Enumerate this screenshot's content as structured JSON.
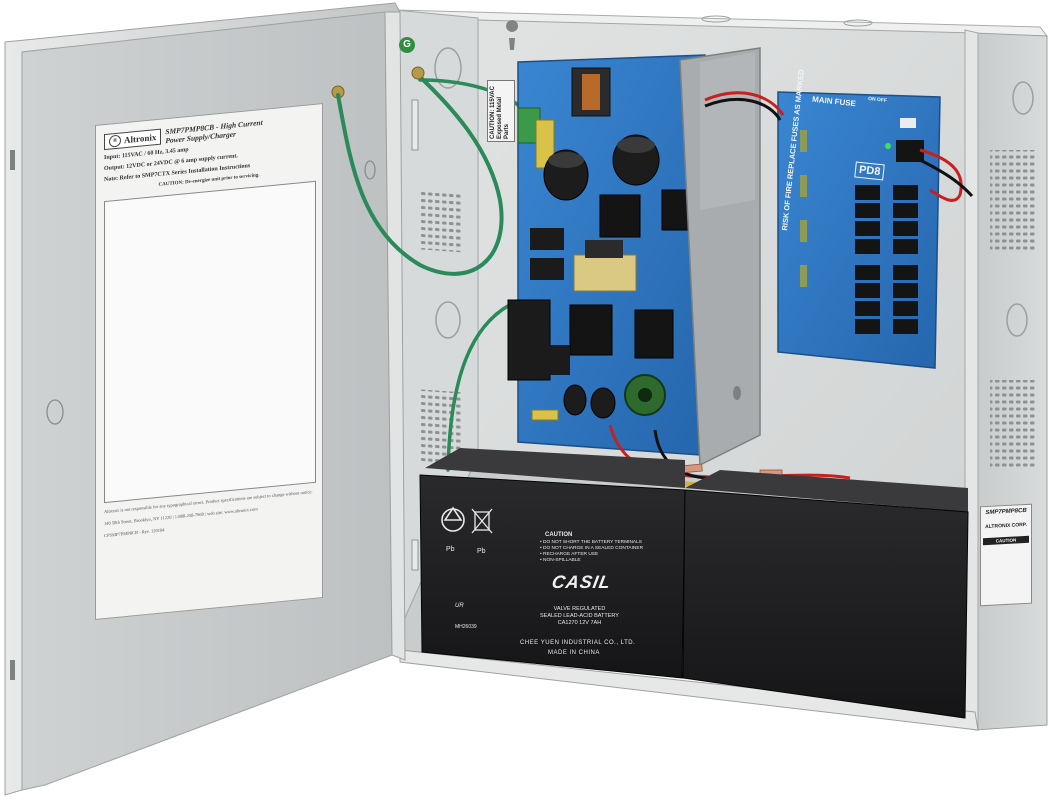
{
  "door_label": {
    "brand": "Altronix",
    "brand_mark": "®",
    "title_line1": "SMP7PMP8CB - High Current",
    "title_line2": "Power Supply/Charger",
    "input_spec": "Input: 115VAC / 60 Hz, 3.45 amp",
    "output_spec": "Output: 12VDC or 24VDC @ 6 amp supply current.",
    "note_spec": "Note: Refer to SMP7CTX Series Installation Instructions",
    "caution_note": "CAUTION: De-energize unit prior to servicing.",
    "fineprint_1": "Altronix is not responsible for any typographical errors. Product specifications are subject to change without notice.",
    "fineprint_2": "140 58th Street, Brooklyn, NY 11220 | 1-888-258-7669 | web site: www.altronix.com",
    "fineprint_3": "CPSMP7PMP8CB - Rev. 120104"
  },
  "ground_marker": "G",
  "caution_tag": "CAUTION: 115VAC Exposed Metal Parts",
  "pd8_board": {
    "main_fuse": "MAIN FUSE",
    "on_off": "ON  OFF",
    "model": "PD8",
    "risk_text": "RISK OF FIRE REPLACE FUSES AS MARKED"
  },
  "battery_left": {
    "pb_1": "Pb",
    "pb_2": "Pb",
    "caution_title": "CAUTION",
    "caution_items": [
      "• DO NOT SHORT THE BATTERY TERMINALS",
      "• DO NOT CHARGE IN A SEALED CONTAINER",
      "• RECHARGE AFTER USE",
      "• NON-SPILLABLE"
    ],
    "brand": "CASIL",
    "valve_line": "VALVE REGULATED",
    "sealed_line": "SEALED LEAD-ACID BATTERY",
    "model_line": "CA1270    12V  7AH",
    "ul_mark": "UR",
    "ul_code": "MH26039",
    "manufacturer": "CHEE YUEN INDUSTRIAL CO., LTD.",
    "made_in": "MADE IN CHINA"
  },
  "side_label": {
    "model": "SMP7PMP8CB",
    "corp": "ALTRONIX CORP.",
    "warning": "CAUTION"
  },
  "colors": {
    "enclosure": "#dcdfdf",
    "enclosure_shade": "#b9bdbe",
    "door_inner": "#c9cccd",
    "pcb_blue": "#2f78c4",
    "battery": "#1d1d1f",
    "ground_wire": "#2a8a5a",
    "red_wire": "#c8201e"
  }
}
